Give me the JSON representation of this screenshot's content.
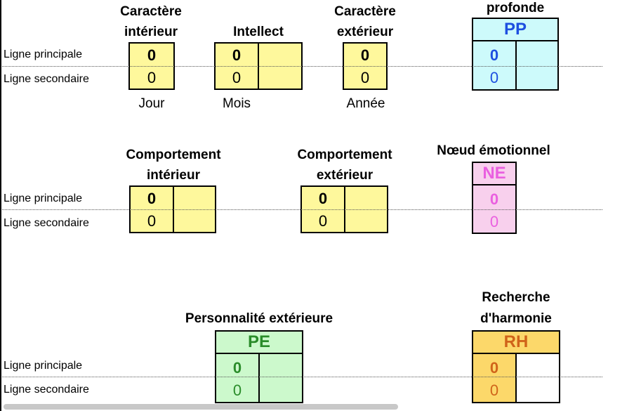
{
  "row_labels": {
    "main": "Ligne principale",
    "secondary": "Ligne secondaire"
  },
  "caractere_interieur": {
    "title_line1": "Caractère",
    "title_line2": "intérieur",
    "main": "0",
    "secondary": "0",
    "sub": "Jour"
  },
  "intellect": {
    "title": "Intellect",
    "main": "0",
    "secondary": "0",
    "sub": "Mois"
  },
  "caractere_exterieur": {
    "title_line1": "Caractère",
    "title_line2": "extérieur",
    "main": "0",
    "secondary": "0",
    "sub": "Année"
  },
  "pp": {
    "title": "profonde",
    "code": "PP",
    "main": "0",
    "secondary": "0"
  },
  "comportement_interieur": {
    "title_line1": "Comportement",
    "title_line2": "intérieur",
    "main": "0",
    "secondary": "0"
  },
  "comportement_exterieur": {
    "title_line1": "Comportement",
    "title_line2": "extérieur",
    "main": "0",
    "secondary": "0"
  },
  "ne": {
    "title": "Nœud émotionnel",
    "code": "NE",
    "main": "0",
    "secondary": "0"
  },
  "pe": {
    "title": "Personnalité extérieure",
    "code": "PE",
    "main": "0",
    "secondary": "0"
  },
  "rh": {
    "title_line1": "Recherche",
    "title_line2": "d'harmonie",
    "code": "RH",
    "main": "0",
    "secondary": "0"
  },
  "colors": {
    "yellow": "#fef89c",
    "blue": "#cdfafb",
    "pink": "#f8d0ed",
    "green": "#ccf9cc",
    "orange": "#fcd86a",
    "blue_text": "#1d4fe0",
    "pink_text": "#ea5fe0",
    "green_text": "#2a8c2a",
    "orange_text": "#d0641a"
  }
}
